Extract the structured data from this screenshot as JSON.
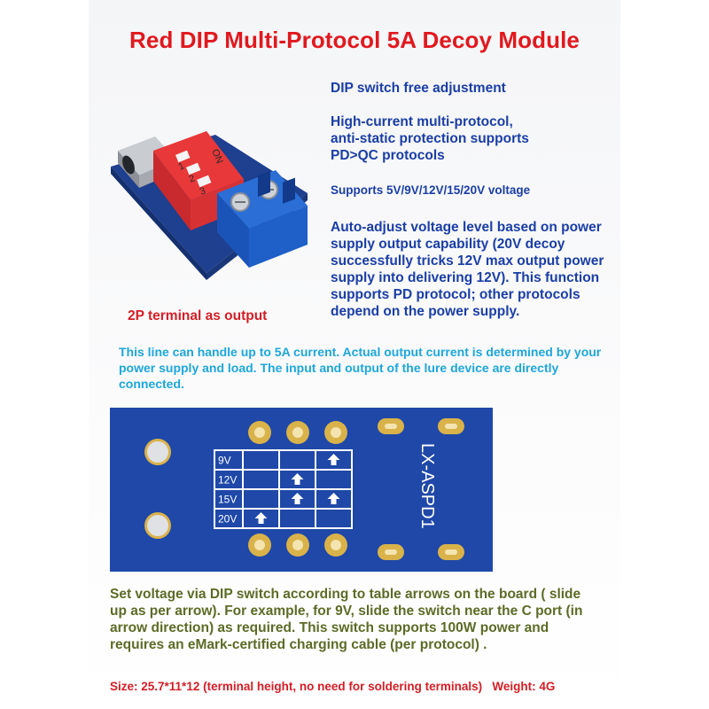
{
  "title": "Red DIP Multi-Protocol 5A Decoy Module",
  "features": [
    "DIP switch free adjustment",
    "High-current multi-protocol,\nanti-static protection supports\nPD>QC protocols",
    "Supports 5V/9V/12V/15/20V voltage",
    "Auto-adjust voltage level based on power supply output capability (20V decoy successfully tricks 12V max output power supply into delivering 12V). This function supports PD protocol; other protocols depend on the power supply."
  ],
  "product_image": {
    "dip_on_label": "ON",
    "dip_numbers": [
      "1",
      "2",
      "3"
    ],
    "caption": "2P terminal as output"
  },
  "current_note": "This line can handle up to 5A current. Actual output current is determined by your power supply and load. The input and output of the lure device are directly connected.",
  "board_image": {
    "model_label": "LX-ASPD1",
    "voltage_table": {
      "rows": [
        {
          "label": "9V",
          "arrows": [
            false,
            false,
            true
          ]
        },
        {
          "label": "12V",
          "arrows": [
            false,
            true,
            false
          ]
        },
        {
          "label": "15V",
          "arrows": [
            false,
            true,
            true
          ]
        },
        {
          "label": "20V",
          "arrows": [
            true,
            false,
            false
          ]
        }
      ]
    }
  },
  "instructions": "Set voltage via DIP switch according to table arrows on the board ( slide up as per arrow). For example, for 9V, slide the switch near the C port (in arrow direction) as required. This switch supports 100W power and requires an eMark-certified charging cable (per protocol) .",
  "specs": "Size: 25.7*11*12 (terminal height, no need for soldering terminals)   Weight: 4G",
  "colors": {
    "title": "#e0191e",
    "feature_text": "#1a3ea5",
    "note_text": "#1da6dc",
    "instruction_text": "#5c6b26",
    "pcb_blue": "#1f48a8",
    "dip_red": "#e8383a",
    "terminal_blue": "#1f5fc8",
    "pad_gold": "#d9b24a"
  }
}
